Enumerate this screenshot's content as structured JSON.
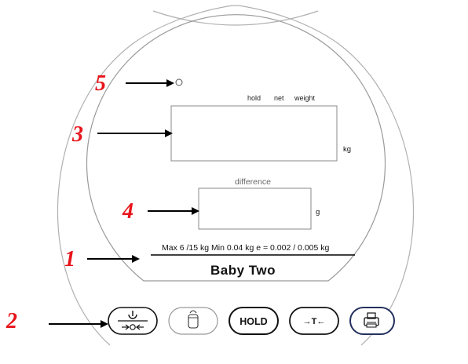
{
  "display": {
    "indicators": {
      "hold": "hold",
      "net": "net",
      "weight": "weight"
    },
    "main_unit": "kg",
    "difference_label": "difference",
    "difference_unit": "g",
    "spec_line": "Max 6 /15 kg  Min 0.04 kg  e = 0.002 / 0.005 kg",
    "model_name": "Baby Two"
  },
  "buttons": {
    "hold_label": "HOLD",
    "tare_label": "→T←"
  },
  "callouts": {
    "c1": "1",
    "c2": "2",
    "c3": "3",
    "c4": "4",
    "c5": "5"
  },
  "colors": {
    "callout": "#e8141b",
    "print_button_border": "#23305e",
    "outline": "#9a9a9a"
  },
  "icons": {
    "power_zero": "power-zero-icon",
    "baby_bottle": "baby-bottle-icon",
    "print": "printer-icon"
  }
}
